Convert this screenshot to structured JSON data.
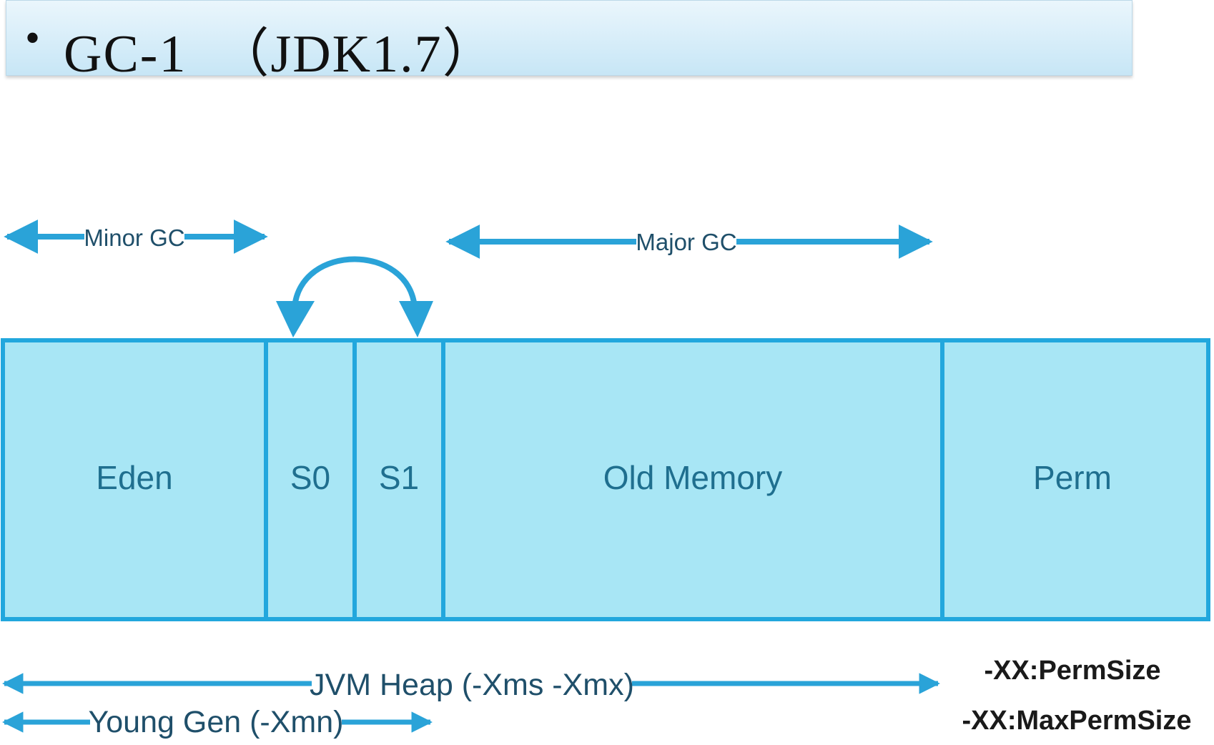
{
  "title": {
    "bullet": "•",
    "text": "GC-1  （JDK1.7）"
  },
  "colors": {
    "block_fill": "#a8e6f5",
    "block_stroke": "#22a7dd",
    "arrow": "#2aa3d8"
  },
  "regions": [
    {
      "label": "Eden"
    },
    {
      "label": "S0"
    },
    {
      "label": "S1"
    },
    {
      "label": "Old Memory"
    },
    {
      "label": "Perm"
    }
  ],
  "arrows": {
    "minor_gc": "Minor GC",
    "major_gc": "Major GC",
    "jvm_heap": "JVM Heap (-Xms -Xmx)",
    "young_gen": "Young Gen (-Xmn)"
  },
  "perm_params": [
    "-XX:PermSize",
    "-XX:MaxPermSize"
  ]
}
